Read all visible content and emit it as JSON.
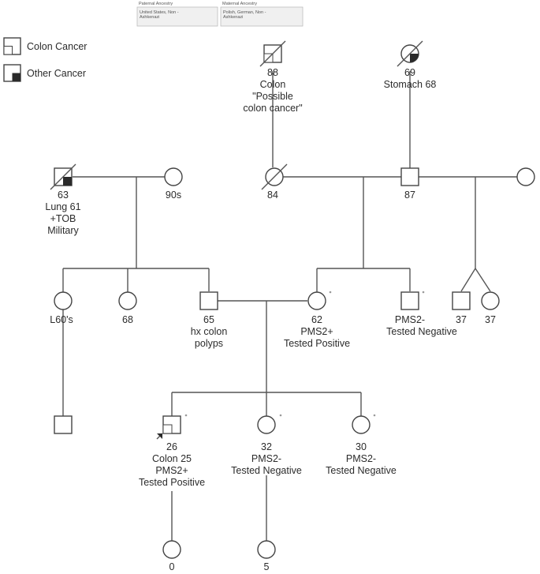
{
  "ancestry": {
    "paternal_label": "Paternal Ancestry",
    "paternal_value_1": "United States, Non -",
    "paternal_value_2": "Ashkenazi",
    "maternal_label": "Maternal Ancestry",
    "maternal_value_1": "Polish, German, Non -",
    "maternal_value_2": "Ashkenazi"
  },
  "legend": {
    "colon_cancer": "Colon Cancer",
    "other_cancer": "Other Cancer"
  },
  "individuals": {
    "pgf": {
      "lines": [
        "63",
        "Lung 61",
        "+TOB",
        "Military"
      ]
    },
    "pgm": {
      "lines": [
        "90s"
      ]
    },
    "mggf": {
      "lines": [
        "88",
        "Colon",
        "\"Possible",
        "colon cancer\""
      ]
    },
    "mggm": {
      "lines": [
        "69",
        "Stomach 68"
      ]
    },
    "mgm": {
      "lines": [
        "84"
      ]
    },
    "mgf": {
      "lines": [
        "87"
      ]
    },
    "aunt1": {
      "lines": [
        "L60's"
      ]
    },
    "aunt2": {
      "lines": [
        "68"
      ]
    },
    "father": {
      "lines": [
        "65",
        "hx colon",
        "polyps"
      ]
    },
    "mother": {
      "lines": [
        "62",
        "PMS2+",
        "Tested Positive"
      ]
    },
    "uncle": {
      "lines": [
        "PMS2-",
        "Tested Negative"
      ]
    },
    "twin_m": {
      "lines": [
        "37"
      ]
    },
    "twin_f": {
      "lines": [
        "37"
      ]
    },
    "proband": {
      "lines": [
        "26",
        "Colon 25",
        "PMS2+",
        "Tested Positive"
      ]
    },
    "sis1": {
      "lines": [
        "32",
        "PMS2-",
        "Tested Negative"
      ]
    },
    "sis2": {
      "lines": [
        "30",
        "PMS2-",
        "Tested Negative"
      ]
    },
    "gc1": {
      "lines": [
        "0"
      ]
    },
    "gc2": {
      "lines": [
        "5"
      ]
    }
  }
}
